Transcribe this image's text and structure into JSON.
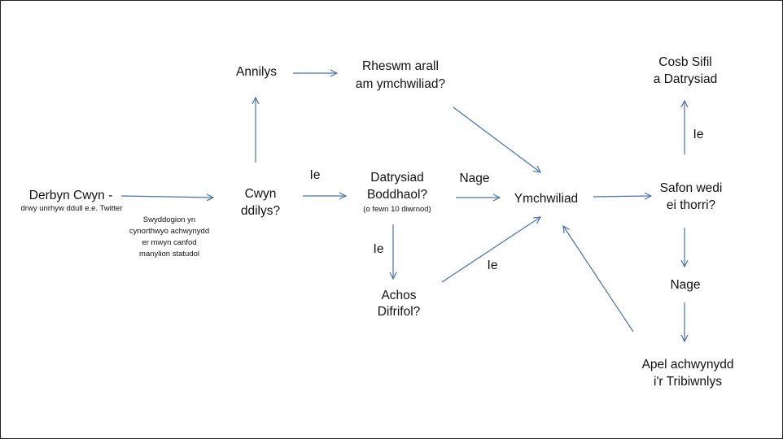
{
  "nodes": {
    "derbyn": {
      "title": "Derbyn Cwyn -",
      "subtitle": "drwy unrhyw ddull e.e. Twitter"
    },
    "swyddogion": {
      "lines": [
        "Swyddogion yn",
        "cynorthwyo achwynydd",
        "er mwyn canfod",
        "manylion statudol"
      ]
    },
    "annilys": {
      "title": "Annilys"
    },
    "rheswm": {
      "lines": [
        "Rheswm arall",
        "am ymchwiliad?"
      ]
    },
    "cwyn": {
      "lines": [
        "Cwyn",
        "ddilys?"
      ]
    },
    "datrysiad": {
      "lines": [
        "Datrysiad",
        "Boddhaol?"
      ],
      "note": "(o fewn 10 diwrnod)"
    },
    "ymchwiliad": {
      "title": "Ymchwiliad"
    },
    "achos": {
      "lines": [
        "Achos",
        "Difrifol?"
      ]
    },
    "cosb": {
      "lines": [
        "Cosb Sifil",
        "a Datrysiad"
      ]
    },
    "safon": {
      "lines": [
        "Safon wedi",
        "ei thorri?"
      ]
    },
    "nage_safon": {
      "title": "Nage"
    },
    "apel": {
      "lines": [
        "Apel achwynydd",
        "i'r Tribiwnlys"
      ]
    }
  },
  "edge_labels": {
    "cwyn_ie": "Ie",
    "datrysiad_nage": "Nage",
    "datrysiad_ie": "Ie",
    "achos_ie": "Ie",
    "safon_ie": "Ie"
  },
  "colors": {
    "arrow": "#4a72a8",
    "border": "#222222"
  }
}
